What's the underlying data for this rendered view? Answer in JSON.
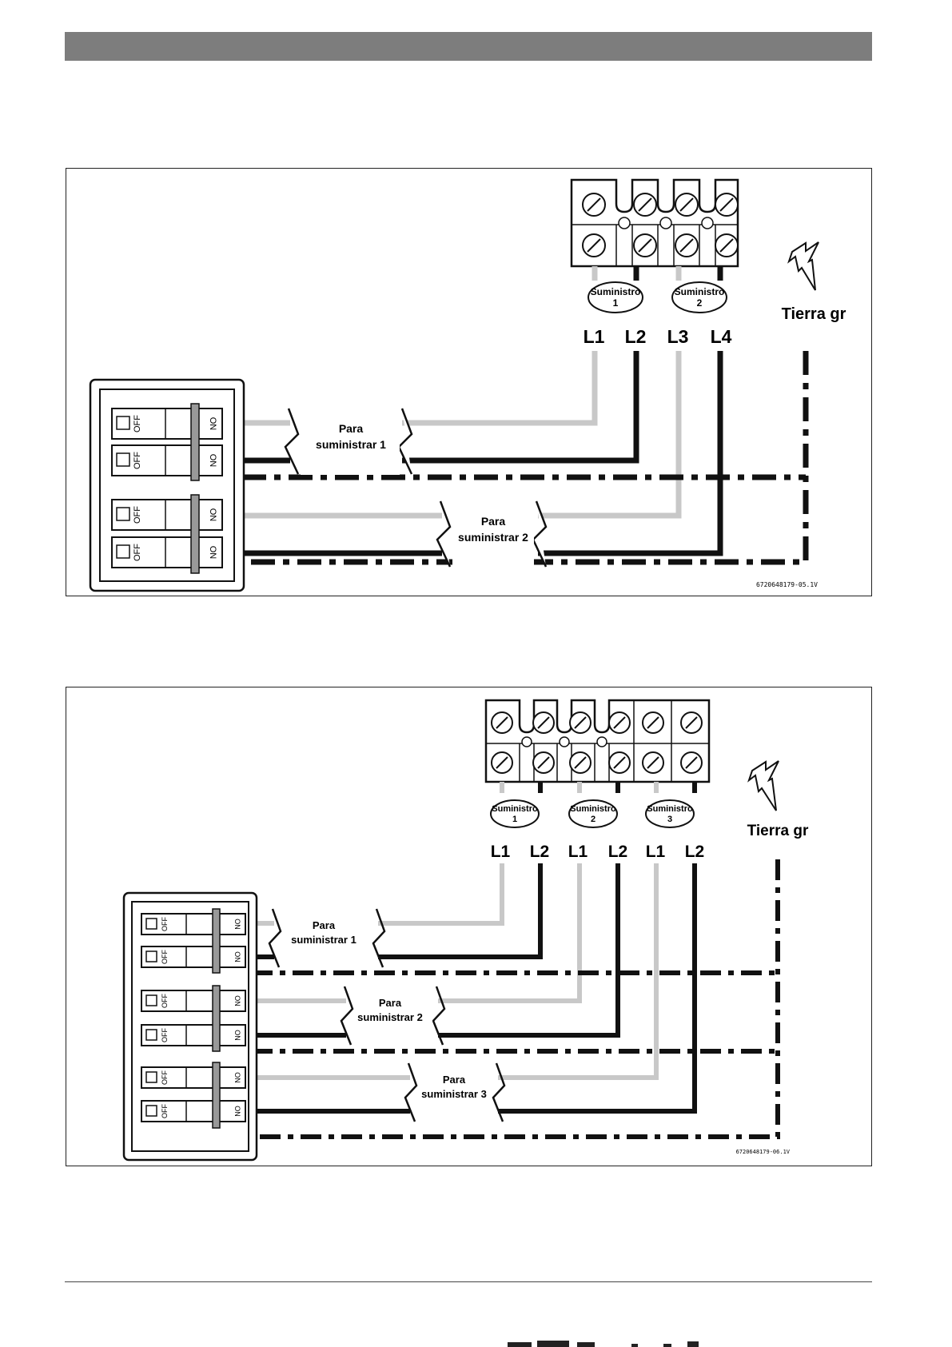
{
  "diagram1": {
    "terminal_labels": [
      "L1",
      "L2",
      "L3",
      "L4"
    ],
    "supply_badges": [
      {
        "title": "Suministro",
        "num": "1"
      },
      {
        "title": "Suministro",
        "num": "2"
      }
    ],
    "ground_label": "Tierra gr",
    "switch_off_label": "OFF",
    "switch_on_label": "ON",
    "feeds": [
      {
        "line1": "Para",
        "line2": "suministrar 1"
      },
      {
        "line1": "Para",
        "line2": "suministrar 2"
      }
    ],
    "image_code": "6720648179-05.1V"
  },
  "diagram2": {
    "terminal_labels": [
      "L1",
      "L2",
      "L1",
      "L2",
      "L1",
      "L2"
    ],
    "supply_badges": [
      {
        "title": "Suministro",
        "num": "1"
      },
      {
        "title": "Suministro",
        "num": "2"
      },
      {
        "title": "Suministro",
        "num": "3"
      }
    ],
    "ground_label": "Tierra gr",
    "switch_off_label": "OFF",
    "switch_on_label": "ON",
    "feeds": [
      {
        "line1": "Para",
        "line2": "suministrar 1"
      },
      {
        "line1": "Para",
        "line2": "suministrar 2"
      },
      {
        "line1": "Para",
        "line2": "suministrar 3"
      }
    ],
    "image_code": "6720648179-06.1V"
  }
}
